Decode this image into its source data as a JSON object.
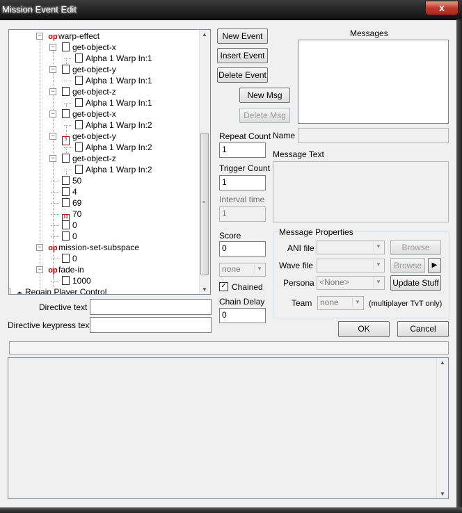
{
  "window": {
    "title": "Mission Event Edit",
    "close_glyph": "x"
  },
  "tree": {
    "rows": [
      {
        "kind": "op",
        "label": "warp-effect"
      },
      {
        "kind": "doc",
        "label": "get-object-x"
      },
      {
        "kind": "doc",
        "label": "Alpha 1 Warp In:1"
      },
      {
        "kind": "doc",
        "label": "get-object-y"
      },
      {
        "kind": "doc",
        "label": "Alpha 1 Warp In:1"
      },
      {
        "kind": "doc",
        "label": "get-object-z"
      },
      {
        "kind": "doc",
        "label": "Alpha 1 Warp In:1"
      },
      {
        "kind": "doc",
        "label": "get-object-x"
      },
      {
        "kind": "doc",
        "label": "Alpha 1 Warp In:2"
      },
      {
        "kind": "doc-red",
        "label": "get-object-y",
        "icon_text": "5"
      },
      {
        "kind": "doc",
        "label": "Alpha 1 Warp In:2"
      },
      {
        "kind": "doc",
        "label": "get-object-z"
      },
      {
        "kind": "doc",
        "label": "Alpha 1 Warp In:2"
      },
      {
        "kind": "doc",
        "label": "50"
      },
      {
        "kind": "doc",
        "label": "4"
      },
      {
        "kind": "doc",
        "label": "69"
      },
      {
        "kind": "doc-red",
        "label": "70",
        "icon_text": "10"
      },
      {
        "kind": "doc",
        "label": "0"
      },
      {
        "kind": "doc",
        "label": "0"
      },
      {
        "kind": "op",
        "label": "mission-set-subspace"
      },
      {
        "kind": "doc",
        "label": "0"
      },
      {
        "kind": "op",
        "label": "fade-in"
      },
      {
        "kind": "doc",
        "label": "1000"
      },
      {
        "kind": "flag",
        "label": "Regain Player Control"
      }
    ],
    "op_text": "op"
  },
  "buttons": {
    "new_event": "New Event",
    "insert_event": "Insert Event",
    "delete_event": "Delete Event",
    "new_msg": "New Msg",
    "delete_msg": "Delete Msg",
    "browse_ani": "Browse",
    "browse_wave": "Browse",
    "play_wave": "▶",
    "update_stuff": "Update Stuff",
    "ok": "OK",
    "cancel": "Cancel"
  },
  "labels": {
    "messages": "Messages",
    "repeat_count": "Repeat Count",
    "trigger_count": "Trigger Count",
    "interval_time": "Interval time",
    "score": "Score",
    "chained": "Chained",
    "chain_delay": "Chain Delay",
    "name": "Name",
    "message_text": "Message Text",
    "message_properties": "Message Properties",
    "ani_file": "ANI file",
    "wave_file": "Wave file",
    "persona": "Persona",
    "team": "Team",
    "team_note": "(multiplayer TvT only)",
    "directive_text": "Directive text",
    "directive_keypress": "Directive keypress text"
  },
  "fields": {
    "repeat_count": "1",
    "trigger_count": "1",
    "interval_time": "1",
    "score": "0",
    "chain_delay": "0",
    "team_combo": "none",
    "persona": "<None>",
    "team": "none",
    "chained_checked": "✓"
  }
}
